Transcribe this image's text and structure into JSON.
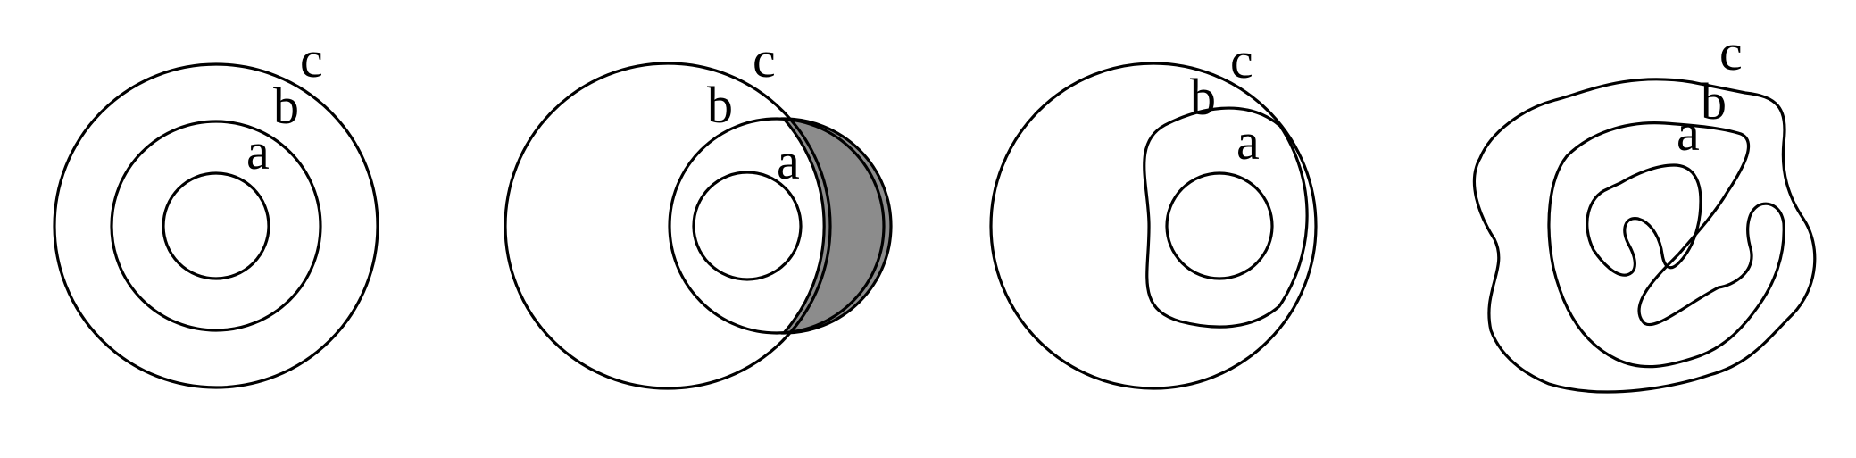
{
  "colors": {
    "stroke": "#000000",
    "shaded_region": "#8c8c8c",
    "background": "#ffffff"
  },
  "panels": [
    {
      "labels": {
        "c": "c",
        "b": "b",
        "a": "a"
      }
    },
    {
      "labels": {
        "c": "c",
        "b": "b",
        "a": "a"
      }
    },
    {
      "labels": {
        "c": "c",
        "b": "b",
        "a": "a"
      }
    },
    {
      "labels": {
        "c": "c",
        "b": "b",
        "a": "a"
      }
    }
  ]
}
